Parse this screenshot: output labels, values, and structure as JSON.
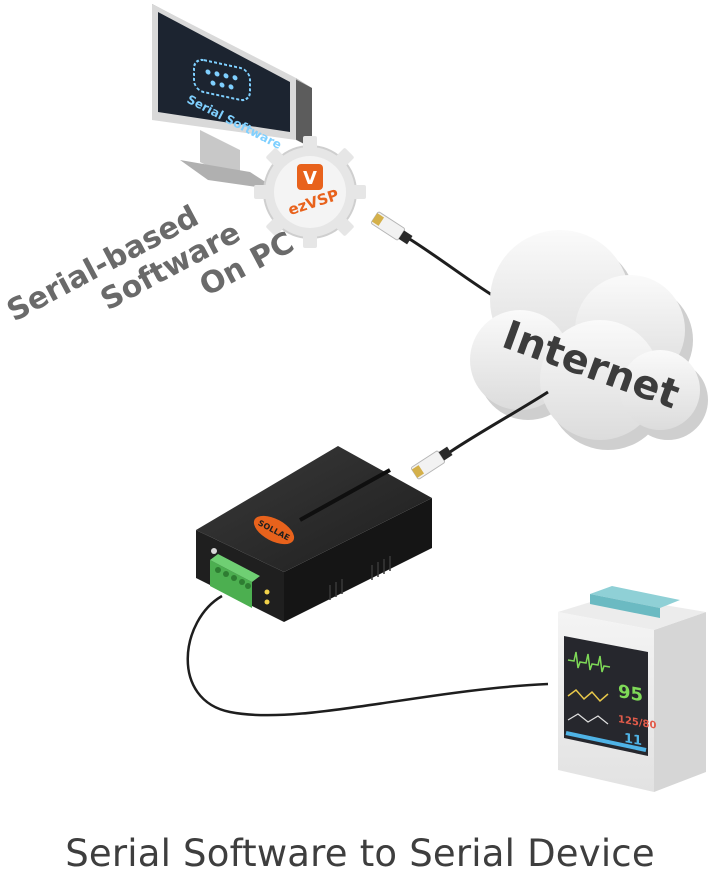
{
  "monitor": {
    "screen_text": "Serial Software"
  },
  "gear_badge": {
    "logo_letter": "V",
    "label": "ezVSP"
  },
  "pc_label": {
    "line1": "Serial-based",
    "line2": "Software",
    "line3": "On PC"
  },
  "cloud": {
    "label": "Internet"
  },
  "device": {
    "brand": "SOLLAE"
  },
  "patient_monitor": {
    "value1": "95",
    "value2": "125/80",
    "value3": "11"
  },
  "caption": "Serial Software to Serial Device",
  "colors": {
    "accent_orange": "#e8621c",
    "text_gray": "#6a6a6a",
    "monitor_screen": "#1c2430",
    "screen_glow": "#7fd0ff",
    "device_body": "#242424",
    "terminal_green": "#4caf50",
    "cloud_fill": "#f1f1f1"
  }
}
